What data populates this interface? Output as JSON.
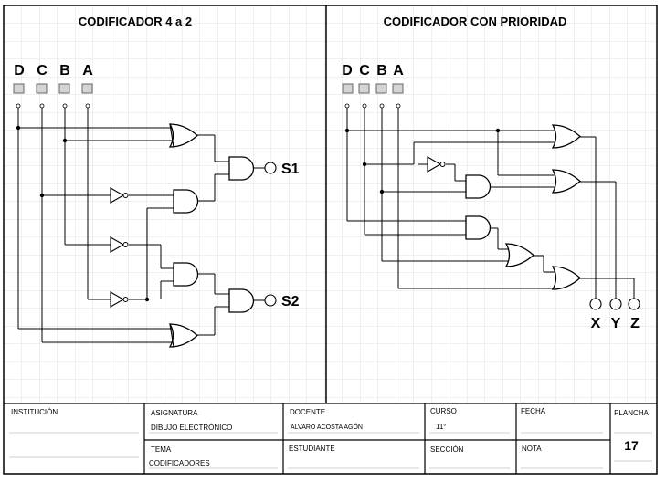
{
  "left_panel": {
    "title": "CODIFICADOR 4 a 2",
    "inputs": [
      "D",
      "C",
      "B",
      "A"
    ],
    "outputs": [
      "S1",
      "S2"
    ]
  },
  "right_panel": {
    "title": "CODIFICADOR CON PRIORIDAD",
    "inputs": [
      "D",
      "C",
      "B",
      "A"
    ],
    "outputs": [
      "X",
      "Y",
      "Z"
    ]
  },
  "title_block": {
    "institucion": {
      "label": "INSTITUCIÓN",
      "value": ""
    },
    "asignatura": {
      "label": "ASIGNATURA",
      "value": "DIBUJO ELECTRÓNICO"
    },
    "docente": {
      "label": "DOCENTE",
      "value": "ALVARO ACOSTA AGÓN"
    },
    "curso": {
      "label": "CURSO",
      "value": "11°"
    },
    "fecha": {
      "label": "FECHA",
      "value": ""
    },
    "plancha": {
      "label": "PLANCHA",
      "value": "17"
    },
    "tema": {
      "label": "TEMA",
      "value": "CODIFICADORES"
    },
    "estudiante": {
      "label": "ESTUDIANTE",
      "value": ""
    },
    "seccion": {
      "label": "SECCIÓN",
      "value": ""
    },
    "nota": {
      "label": "NOTA",
      "value": ""
    }
  },
  "colors": {
    "grid": "#d9d9d9",
    "line": "#000000",
    "switch_fill": "#d4d4d4"
  }
}
